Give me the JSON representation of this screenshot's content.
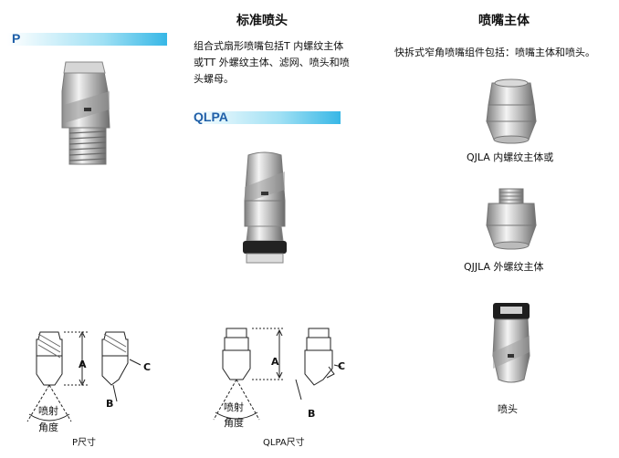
{
  "left": {
    "section_label": "P",
    "drawing_caption": "P尺寸",
    "dim_a": "A",
    "dim_b": "B",
    "dim_c": "C",
    "angle_label_1": "喷射",
    "angle_label_2": "角度"
  },
  "middle": {
    "heading": "标准喷头",
    "description": "组合式扇形喷嘴包括T 内螺纹主体或TT 外螺纹主体、滤网、喷头和喷头螺母。",
    "section_label": "QLPA",
    "drawing_caption": "QLPA尺寸",
    "dim_a": "A",
    "dim_b": "B",
    "dim_c": "C",
    "angle_label_1": "喷射",
    "angle_label_2": "角度"
  },
  "right": {
    "heading": "喷嘴主体",
    "description": "快拆式窄角喷嘴组件包括：喷嘴主体和喷头。",
    "caption_1": "QJLA 内螺纹主体或",
    "caption_2": "QJJLA 外螺纹主体",
    "caption_3": "喷头"
  }
}
